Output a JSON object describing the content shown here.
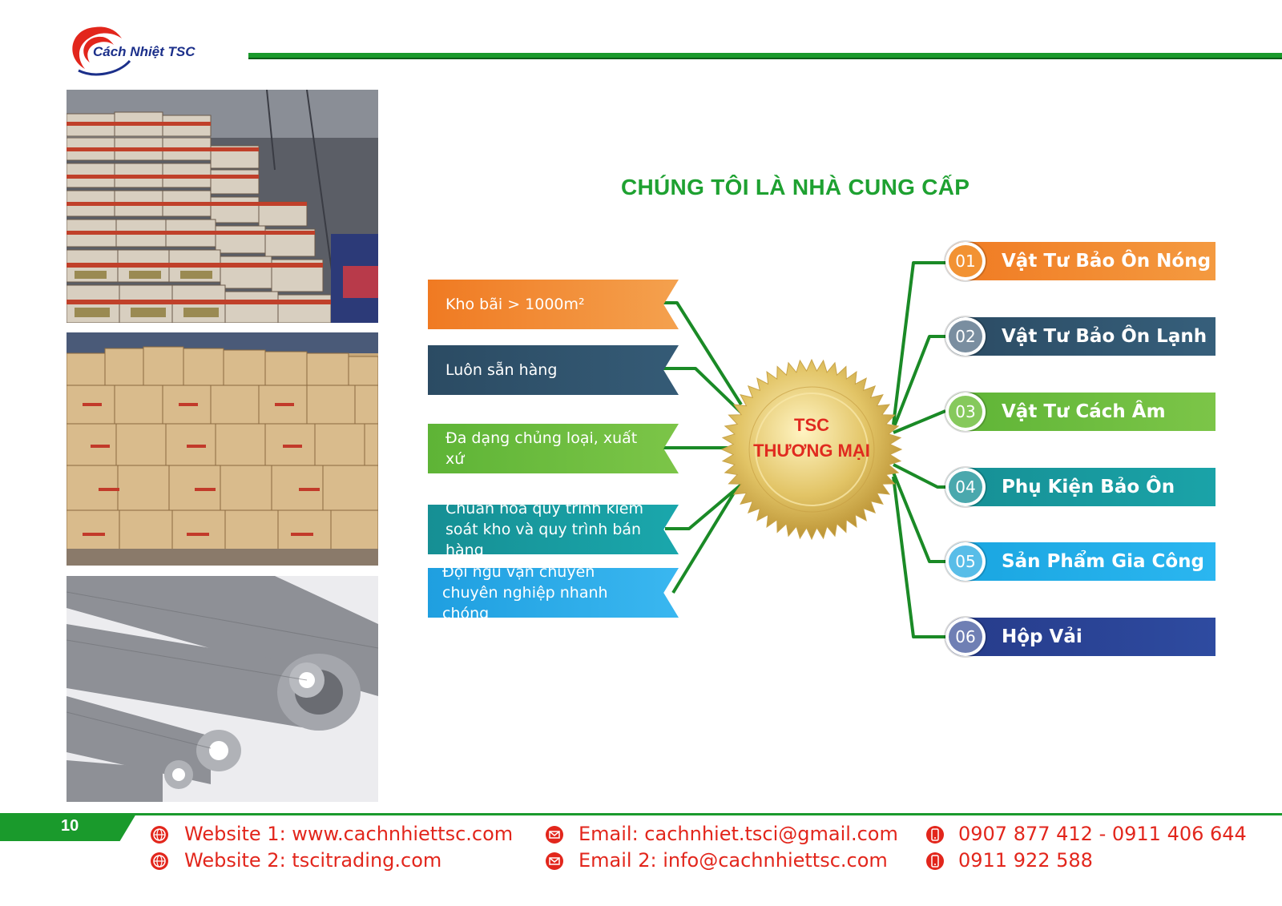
{
  "header": {
    "logo_text": "Cách Nhiệt TSC"
  },
  "title": "CHÚNG TÔI LÀ NHÀ CUNG CẤP",
  "seal": {
    "line1": "TSC",
    "line2": "THƯƠNG MẠI"
  },
  "left_items": [
    {
      "label": "Kho bãi > 1000m²",
      "color": "#f07a22"
    },
    {
      "label": "Luôn sẵn hàng",
      "color": "#2b4b63"
    },
    {
      "label": "Đa dạng chủng loại, xuất xứ",
      "color": "#5eb436"
    },
    {
      "label": "Chuẩn hóa quy trình kiểm soát kho và quy trình bán hàng",
      "color": "#168f94"
    },
    {
      "label": "Đội ngũ vận chuyển chuyên nghiệp nhanh chóng",
      "color": "#1f9fe0"
    }
  ],
  "right_items": [
    {
      "num": "01",
      "label": "Vật Tư Bảo Ôn Nóng",
      "color": "#f07a22"
    },
    {
      "num": "02",
      "label": "Vật Tư Bảo Ôn Lạnh",
      "color": "#2b4b63"
    },
    {
      "num": "03",
      "label": "Vật Tư Cách Âm",
      "color": "#5eb436"
    },
    {
      "num": "04",
      "label": "Phụ Kiện Bảo Ôn",
      "color": "#168f94"
    },
    {
      "num": "05",
      "label": "Sản Phẩm Gia Công",
      "color": "#19a5e0"
    },
    {
      "num": "06",
      "label": "Hộp Vải",
      "color": "#263b8a"
    }
  ],
  "footer": {
    "page_number": "10",
    "website1": "Website 1: www.cachnhiettsc.com",
    "website2": "Website 2: tscitrading.com",
    "email1": "Email: cachnhiet.tsci@gmail.com",
    "email2": "Email 2: info@cachnhiettsc.com",
    "phone1": "0907 877 412 - 0911 406 644",
    "phone2": "0911 922 588",
    "accent_color": "#e2261c",
    "brand_green": "#1a9a2c"
  }
}
